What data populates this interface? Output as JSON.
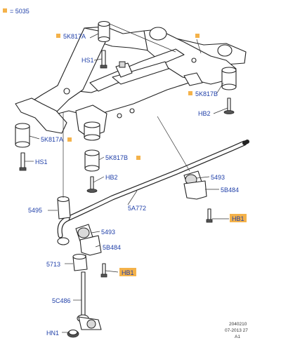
{
  "legend": {
    "text": "= 5035",
    "color": "#f4b24a"
  },
  "labels": {
    "l_5k817a_top": "5K817A",
    "l_hs1_top": "HS1",
    "l_5k817b_right": "5K817B",
    "l_hb2_right": "HB2",
    "l_5k817a_left": "5K817A",
    "l_hs1_left": "HS1",
    "l_5k817b_mid": "5K817B",
    "l_hb2_mid": "HB2",
    "l_5493_right": "5493",
    "l_5b484_right": "5B484",
    "l_5495": "5495",
    "l_5a772": "5A772",
    "l_hb1_right": "HB1",
    "l_5493_left": "5493",
    "l_5b484_left": "5B484",
    "l_5713": "5713",
    "l_hb1_left": "HB1",
    "l_5c486": "5C486",
    "l_hn1": "HN1"
  },
  "footer": {
    "line1": "2040210",
    "line2": "07-2013 27",
    "line3": "A1"
  },
  "colors": {
    "label_blue": "#1f3fa8",
    "highlight": "#f4b24a"
  }
}
